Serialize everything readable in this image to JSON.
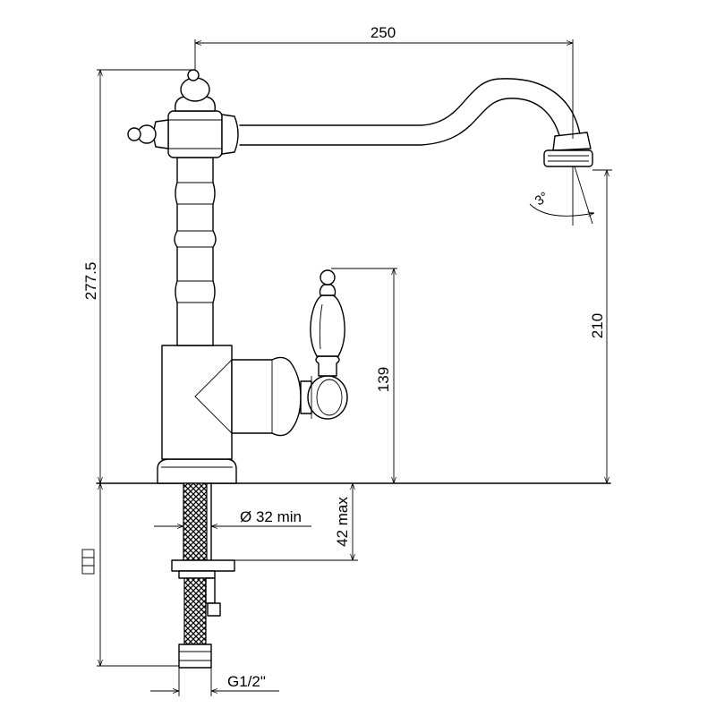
{
  "dimensions": {
    "spout_reach": "250",
    "total_height": "277.5",
    "spout_height": "210",
    "handle_height": "139",
    "spout_angle": "3°",
    "hole_diameter": "Ø 32 min",
    "deck_thickness": "42 max",
    "connection": "G1/2\""
  }
}
